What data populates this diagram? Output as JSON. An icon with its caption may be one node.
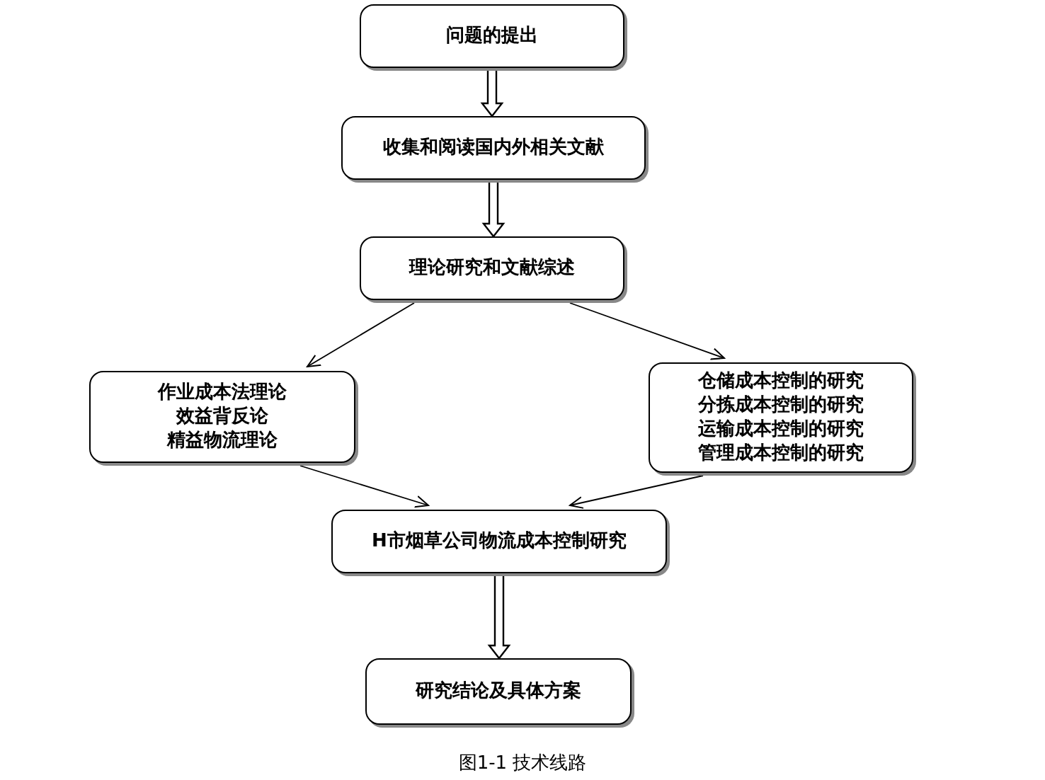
{
  "diagram": {
    "caption": "图1-1 技术线路",
    "nodes": [
      {
        "text": [
          "问题的提出"
        ]
      },
      {
        "text": [
          "收集和阅读国内外相关文献"
        ]
      },
      {
        "text": [
          "理论研究和文献综述"
        ]
      },
      {
        "text": [
          "作业成本法理论",
          "效益背反论",
          "精益物流理论"
        ]
      },
      {
        "text": [
          "仓储成本控制的研究",
          "分拣成本控制的研究",
          "运输成本控制的研究",
          "管理成本控制的研究"
        ]
      },
      {
        "text": [
          "H市烟草公司物流成本控制研究"
        ]
      },
      {
        "text": [
          "研究结论及具体方案"
        ]
      }
    ],
    "edges": [
      {
        "from": 0,
        "to": 1,
        "arrow": "to",
        "style": "thick"
      },
      {
        "from": 1,
        "to": 2,
        "arrow": "to",
        "style": "thick"
      },
      {
        "from": 2,
        "to": 3,
        "arrow": "to"
      },
      {
        "from": 2,
        "to": 4,
        "arrow": "to"
      },
      {
        "from": 3,
        "to": 5,
        "arrow": "to"
      },
      {
        "from": 4,
        "to": 5,
        "arrow": "to"
      },
      {
        "from": 5,
        "to": 6,
        "arrow": "to",
        "style": "thick"
      }
    ]
  }
}
